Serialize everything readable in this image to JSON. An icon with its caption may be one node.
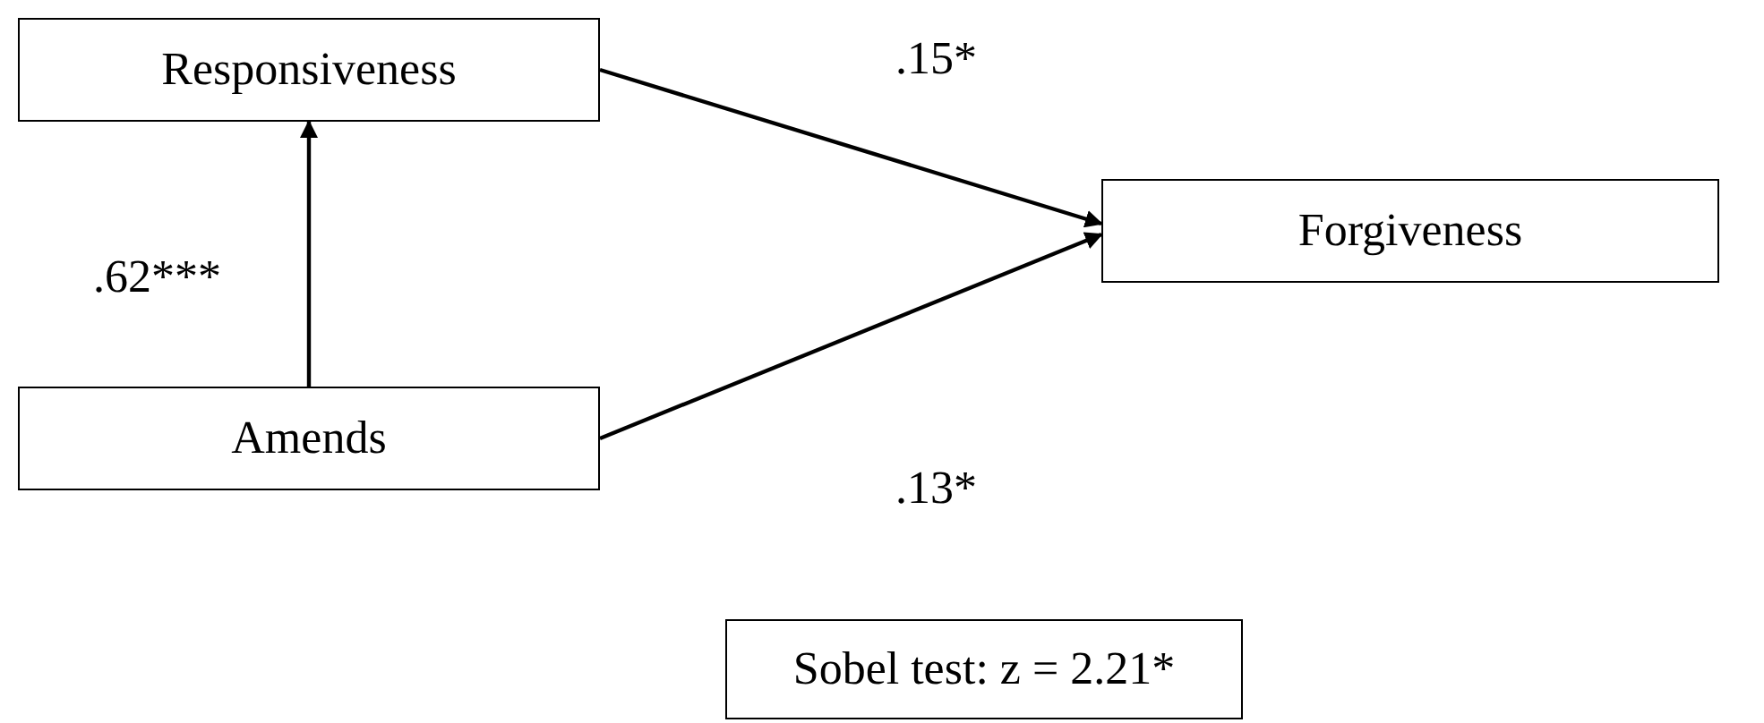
{
  "diagram": {
    "nodes": [
      {
        "text": [
          "Responsiveness"
        ]
      },
      {
        "text": [
          "Forgiveness"
        ]
      },
      {
        "text": [
          "Amends"
        ]
      },
      {
        "text": [
          "Sobel test: z = 2.21*"
        ]
      }
    ],
    "edges": [
      {
        "from": 0,
        "to": 1,
        "arrow": "to",
        "label": ".15*"
      },
      {
        "from": 2,
        "to": 1,
        "arrow": "to",
        "label": ".13*"
      },
      {
        "from": 2,
        "to": 0,
        "arrow": "to",
        "label": ".62***"
      }
    ]
  }
}
